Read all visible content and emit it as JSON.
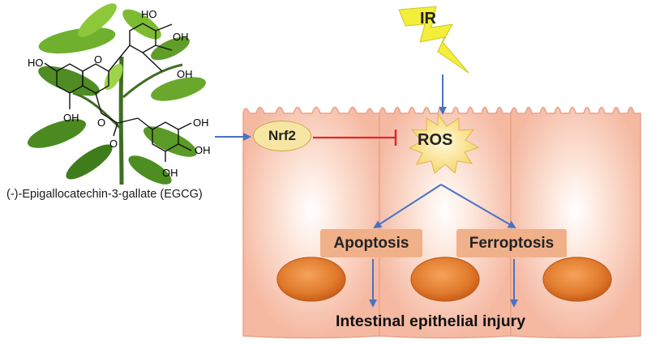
{
  "caption": "(-)-Epigallocatechin-3-gallate (EGCG)",
  "nodes": {
    "nrf2": "Nrf2",
    "ros": "ROS",
    "ir": "IR",
    "apoptosis": "Apoptosis",
    "ferroptosis": "Ferroptosis",
    "outcome": "Intestinal epithelial injury"
  },
  "molecule_labels": {
    "oh_1": "HO",
    "oh_2": "OH",
    "oh_3": "OH",
    "oh_4": "HO",
    "oh_5": "OH",
    "oh_6": "OH",
    "oh_7": "OH",
    "oh_8": "OH",
    "o_1": "O",
    "o_2": "O",
    "o_3": "O"
  },
  "colors": {
    "activation_arrow": "#4a72c4",
    "inhibition_line": "#e0262b",
    "cell_fill": "#f7c9b6",
    "cell_border": "#e6a48c",
    "nucleus": "#e07a2c",
    "label_box": "#f0b08a",
    "ros_burst": "#f7e39a",
    "lightning": "#f2ee3a"
  }
}
